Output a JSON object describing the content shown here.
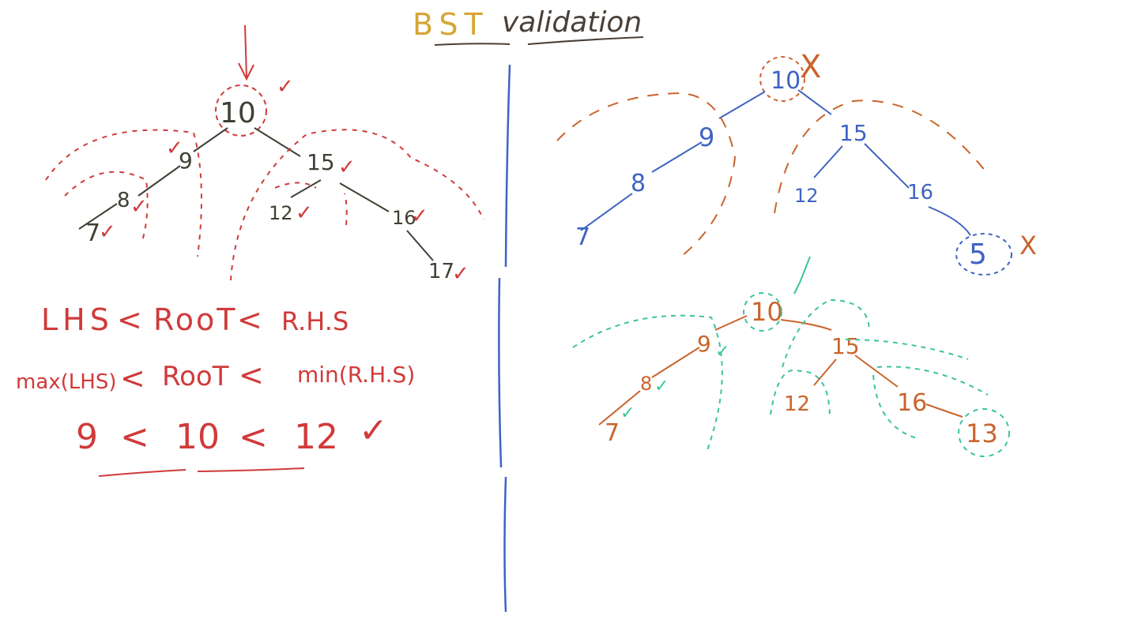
{
  "title": {
    "part1": "BST",
    "part2": "validation"
  },
  "colors": {
    "red": "#d03a3a",
    "dark": "#3f3f34",
    "blue": "#3f63c4",
    "orange": "#c9642c",
    "teal": "#3cc49d",
    "gold": "#d6a634",
    "title_dark": "#4a4038"
  },
  "tree_left": {
    "nodes": {
      "root": "10",
      "n9": "9",
      "n8": "8",
      "n7": "7",
      "n15": "15",
      "n12": "12",
      "n16": "16",
      "n17": "17"
    },
    "check": "✓"
  },
  "rules": {
    "line1": {
      "a": "LHS",
      "b": "<",
      "c": "RooT",
      "d": "<",
      "e": "R.H.S"
    },
    "line2": {
      "a": "max(LHS)",
      "b": "<",
      "c": "RooT",
      "d": "<",
      "e": "min(R.H.S)"
    },
    "line3": {
      "a": "9",
      "b": "<",
      "c": "10",
      "d": "<",
      "e": "12"
    }
  },
  "tree_right_top": {
    "nodes": {
      "root": "10",
      "n9": "9",
      "n8": "8",
      "n7": "7",
      "n15": "15",
      "n12": "12",
      "n16": "16",
      "n5": "5"
    },
    "cross": "X"
  },
  "tree_right_bottom": {
    "nodes": {
      "root": "10",
      "n9": "9",
      "n8": "8",
      "n7": "7",
      "n15": "15",
      "n12": "12",
      "n16": "16",
      "n13": "13"
    },
    "check": "✓"
  }
}
